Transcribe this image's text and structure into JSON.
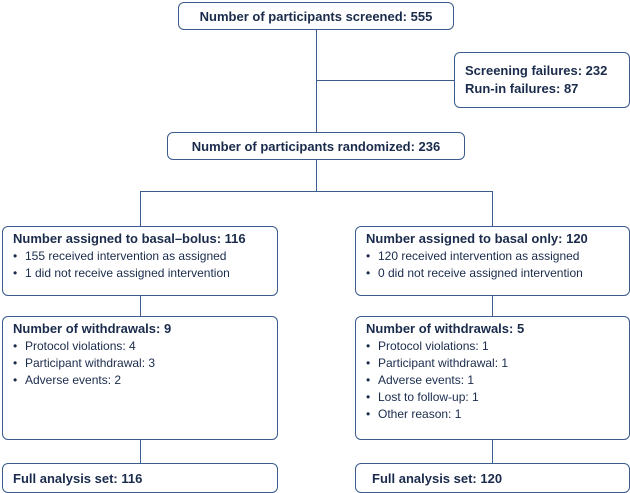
{
  "screened": "Number of participants screened: 555",
  "failures": {
    "screening": "Screening failures: 232",
    "runin": "Run-in failures: 87"
  },
  "randomized": "Number of participants randomized: 236",
  "left": {
    "assigned_heading": "Number assigned to basal–bolus: 116",
    "assigned_items": [
      "155 received intervention as assigned",
      "1 did not receive assigned intervention"
    ],
    "withdrawals_heading": "Number of withdrawals: 9",
    "withdrawals_items": [
      "Protocol violations: 4",
      "Participant withdrawal: 3",
      "Adverse events: 2"
    ],
    "analysis": "Full analysis set: 116"
  },
  "right": {
    "assigned_heading": "Number assigned to basal only: 120",
    "assigned_items": [
      "120 received intervention as assigned",
      "0 did not receive assigned intervention"
    ],
    "withdrawals_heading": "Number of withdrawals: 5",
    "withdrawals_items": [
      "Protocol violations: 1",
      "Participant withdrawal: 1",
      "Adverse events: 1",
      "Lost to follow-up: 1",
      "Other reason: 1"
    ],
    "analysis": "Full analysis set: 120"
  }
}
